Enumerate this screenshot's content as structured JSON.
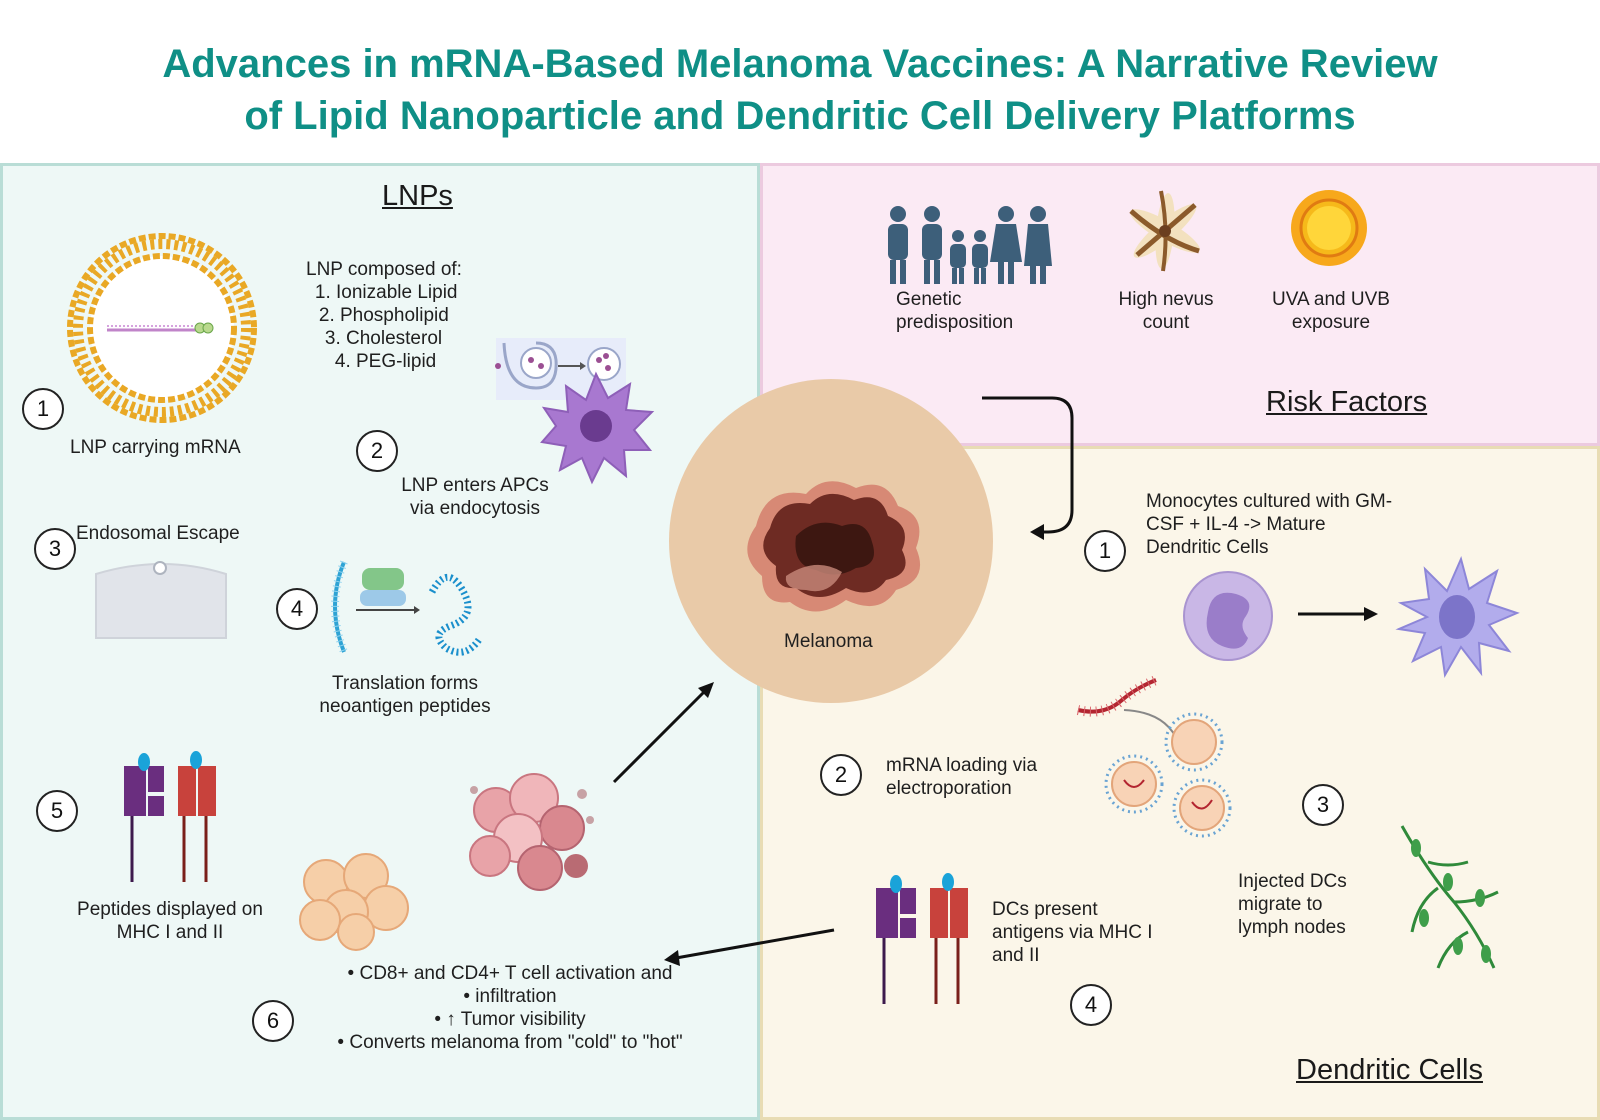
{
  "title": {
    "line1": "Advances in mRNA-Based Melanoma Vaccines: A Narrative Review",
    "line2": "of Lipid Nanoparticle and Dendritic Cell Delivery Platforms"
  },
  "lnps": {
    "heading": "LNPs",
    "step1": {
      "num": "1",
      "label": "LNP carrying mRNA"
    },
    "composition": {
      "header": "LNP composed of:",
      "items": [
        "Ionizable Lipid",
        "Phospholipid",
        "Cholesterol",
        "PEG-lipid"
      ]
    },
    "step2": {
      "num": "2",
      "label_line1": "LNP enters APCs",
      "label_line2": "via endocytosis"
    },
    "step3": {
      "num": "3",
      "label": "Endosomal Escape"
    },
    "step4": {
      "num": "4",
      "label_line1": "Translation forms",
      "label_line2": "neoantigen peptides"
    },
    "step5": {
      "num": "5",
      "label_line1": "Peptides displayed on",
      "label_line2": "MHC I and II"
    },
    "step6": {
      "num": "6",
      "bullets": [
        "CD8+ and CD4+ T cell activation and",
        "infiltration",
        "↑ Tumor visibility",
        "Converts melanoma from \"cold\" to \"hot\""
      ]
    }
  },
  "center": {
    "label": "Melanoma"
  },
  "risk": {
    "heading": "Risk Factors",
    "genetic": {
      "line1": "Genetic",
      "line2": "predisposition"
    },
    "nevus": {
      "line1": "High nevus",
      "line2": "count"
    },
    "uv": {
      "line1": "UVA and UVB",
      "line2": "exposure"
    }
  },
  "dc": {
    "heading": "Dendritic Cells",
    "step1": {
      "num": "1",
      "line1": "Monocytes cultured with GM-",
      "line2": "CSF + IL-4  -> Mature",
      "line3": "Dendritic Cells"
    },
    "step2": {
      "num": "2",
      "line1": "mRNA loading via",
      "line2": "electroporation"
    },
    "step3": {
      "num": "3",
      "line1": "Injected DCs",
      "line2": "migrate to",
      "line3": "lymph nodes"
    },
    "step4": {
      "num": "4",
      "line1": "DCs present",
      "line2": "antigens via MHC I",
      "line3": "and II"
    }
  },
  "colors": {
    "title": "#0f8f86",
    "lnp_bg": "#eef8f6",
    "risk_bg": "#fbeaf4",
    "dc_bg": "#fbf6e9",
    "lipid": "#e9a825",
    "apc": "#9b6bc4",
    "mhc_purple": "#6a2e7f",
    "mhc_red": "#c8423c",
    "peptide_blue": "#1aa3d9"
  }
}
